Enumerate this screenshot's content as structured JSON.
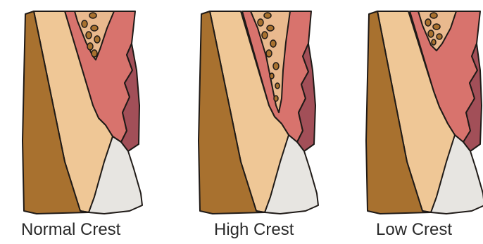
{
  "panels": [
    {
      "id": "normal",
      "label": "Normal Crest"
    },
    {
      "id": "high",
      "label": "High Crest"
    },
    {
      "id": "low",
      "label": "Low Crest"
    }
  ],
  "colors": {
    "bone_dark": "#a8712f",
    "bone_light": "#efc796",
    "gingiva": "#d8736d",
    "gingiva_dark": "#a24f58",
    "marrow": "#e9b98e",
    "marrow_spots": "#a8712f",
    "enamel": "#e7e5e1",
    "outline": "#1f1a17"
  }
}
